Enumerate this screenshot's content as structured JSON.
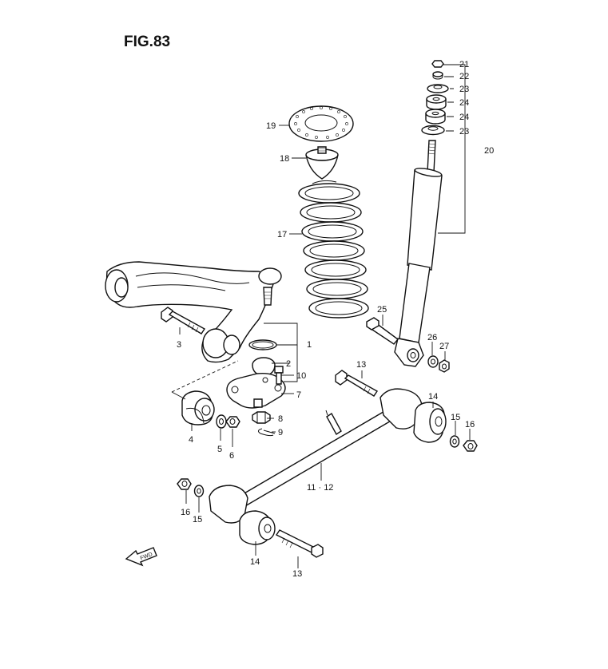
{
  "figure": {
    "title": "FIG.83"
  },
  "arrow": {
    "label": "FWD"
  },
  "labels": {
    "l1": "1",
    "l2": "2",
    "l3": "3",
    "l4": "4",
    "l5": "5",
    "l6": "6",
    "l7": "7",
    "l8": "8",
    "l9": "9",
    "l10": "10",
    "l11_12": "11 · 12",
    "l13a": "13",
    "l13b": "13",
    "l14a": "14",
    "l14b": "14",
    "l15a": "15",
    "l15b": "15",
    "l16a": "16",
    "l16b": "16",
    "l17": "17",
    "l18": "18",
    "l19": "19",
    "l20": "20",
    "l21": "21",
    "l22": "22",
    "l23a": "23",
    "l23b": "23",
    "l24a": "24",
    "l24b": "24",
    "l25": "25",
    "l26": "26",
    "l27": "27"
  }
}
